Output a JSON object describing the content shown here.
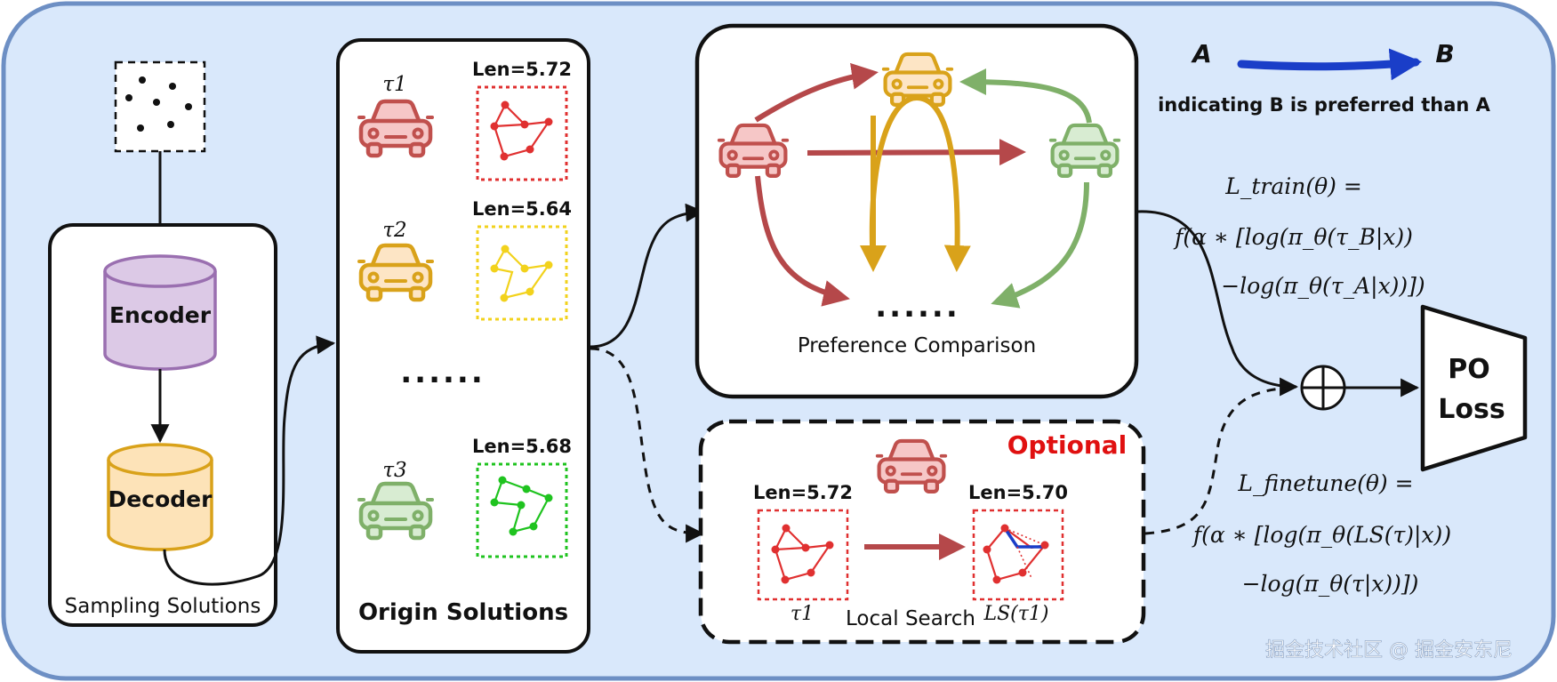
{
  "colors": {
    "background": "#ffffff",
    "panel_fill": "#d9e8fb",
    "panel_stroke": "#6d8fc4",
    "red": "#c0504d",
    "red_fill": "#f6c7c7",
    "yellow": "#d9a21a",
    "yellow_fill": "#fde5c5",
    "green": "#7fb069",
    "green_fill": "#d8ecd2",
    "tour_red": "#e03030",
    "tour_yellow": "#f2d21c",
    "tour_green": "#1fc31f",
    "encoder_fill": "#dcc9e6",
    "encoder_stroke": "#9a6fb0",
    "decoder_fill": "#fde3b8",
    "decoder_stroke": "#d9a21a",
    "legend_arrow": "#1a3ec8",
    "optional_text": "#e01010"
  },
  "sampling": {
    "encoder_label": "Encoder",
    "decoder_label": "Decoder",
    "caption": "Sampling Solutions"
  },
  "origin": {
    "caption": "Origin Solutions",
    "ellipsis": "......",
    "tau1": "τ1",
    "tau2": "τ2",
    "tau3": "τ3",
    "len1": "Len=5.72",
    "len2": "Len=5.64",
    "len3": "Len=5.68"
  },
  "preference": {
    "caption": "Preference Comparison",
    "ellipsis": "......"
  },
  "local_search": {
    "optional_label": "Optional",
    "caption": "Local Search",
    "len_before": "Len=5.72",
    "len_after": "Len=5.70",
    "tau_label": "τ1",
    "ls_label": "LS(τ1)"
  },
  "legend": {
    "a_label": "A",
    "b_label": "B",
    "caption": "indicating B is preferred than A"
  },
  "formulas": {
    "train_line1": "L_train(θ) =",
    "train_line2": "f(α ∗ [log(π_θ(τ_B|x))",
    "train_line3": "−log(π_θ(τ_A|x))])",
    "finetune_line1": "L_finetune(θ) =",
    "finetune_line2": "f(α ∗ [log(π_θ(LS(τ)|x))",
    "finetune_line3": "−log(π_θ(τ|x))])"
  },
  "po_loss": {
    "line1": "PO",
    "line2": "Loss"
  },
  "watermark": "掘金技术社区 @ 掘金安东尼"
}
